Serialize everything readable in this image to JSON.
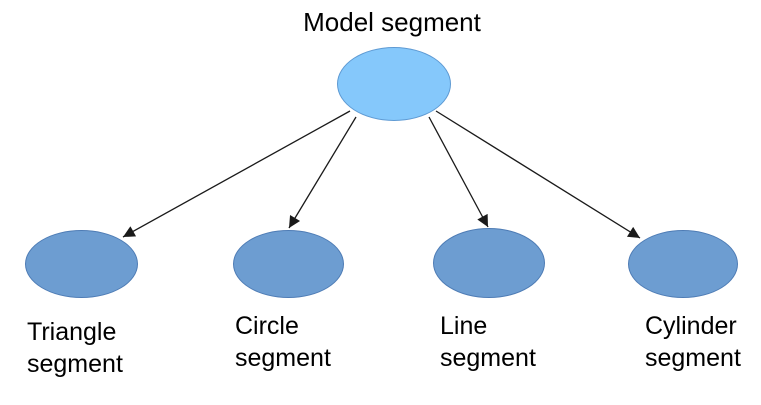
{
  "diagram": {
    "root": {
      "label": "Model segment"
    },
    "children": [
      {
        "label": "Triangle segment"
      },
      {
        "label": "Circle segment"
      },
      {
        "label": "Line segment"
      },
      {
        "label": "Cylinder segment"
      }
    ],
    "edges": [
      {
        "from": "Model segment",
        "to": "Triangle segment"
      },
      {
        "from": "Model segment",
        "to": "Circle segment"
      },
      {
        "from": "Model segment",
        "to": "Line segment"
      },
      {
        "from": "Model segment",
        "to": "Cylinder segment"
      }
    ],
    "colors": {
      "root_fill": "#85C8FB",
      "root_stroke": "#5E9AD3",
      "child_fill": "#6D9DD1",
      "child_stroke": "#4E7CB5",
      "arrow": "#1a1a1a",
      "text": "#000000",
      "background": "#ffffff"
    }
  }
}
